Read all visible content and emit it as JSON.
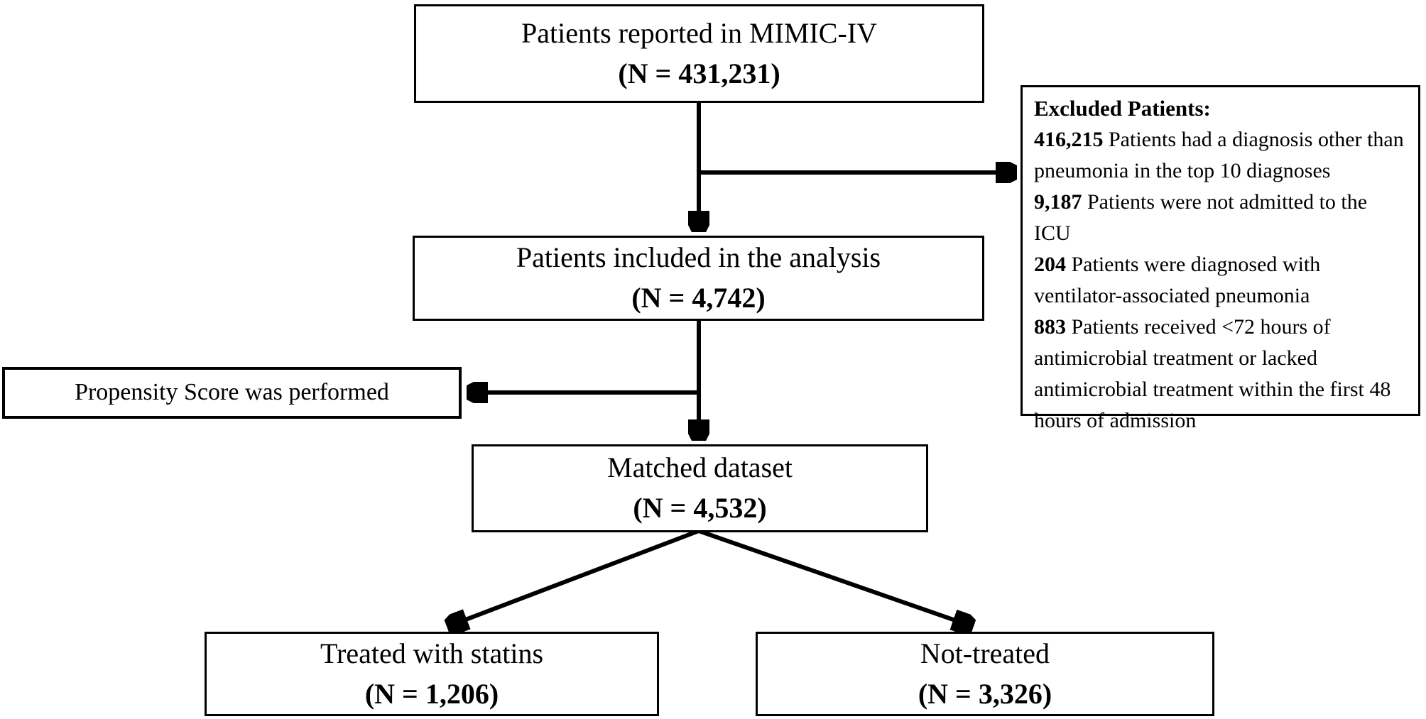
{
  "diagram": {
    "background_color": "#ffffff",
    "line_color": "#000000",
    "boxes": {
      "source": {
        "line1": "Patients reported in MIMIC-IV",
        "line2": "(N = 431,231)"
      },
      "included": {
        "line1": "Patients included in the analysis",
        "line2": "(N = 4,742)"
      },
      "propensity": {
        "line1": "Propensity Score was performed"
      },
      "matched": {
        "line1": "Matched dataset",
        "line2": "(N = 4,532)"
      },
      "treated": {
        "line1": "Treated with statins",
        "line2": "(N = 1,206)"
      },
      "not_treated": {
        "line1": "Not-treated",
        "line2": "(N = 3,326)"
      }
    },
    "excluded": {
      "heading": "Excluded Patients:",
      "items": [
        {
          "count": "416,215",
          "text": "Patients had a diagnosis other than pneumonia in the top 10 diagnoses"
        },
        {
          "count": "9,187",
          "text": "Patients were not admitted to the ICU"
        },
        {
          "count": "204",
          "text": "Patients were diagnosed with ventilator-associated pneumonia"
        },
        {
          "count": "883",
          "text": "Patients received <72 hours of antimicrobial treatment or lacked antimicrobial treatment within the first 48 hours of admission"
        }
      ]
    }
  }
}
